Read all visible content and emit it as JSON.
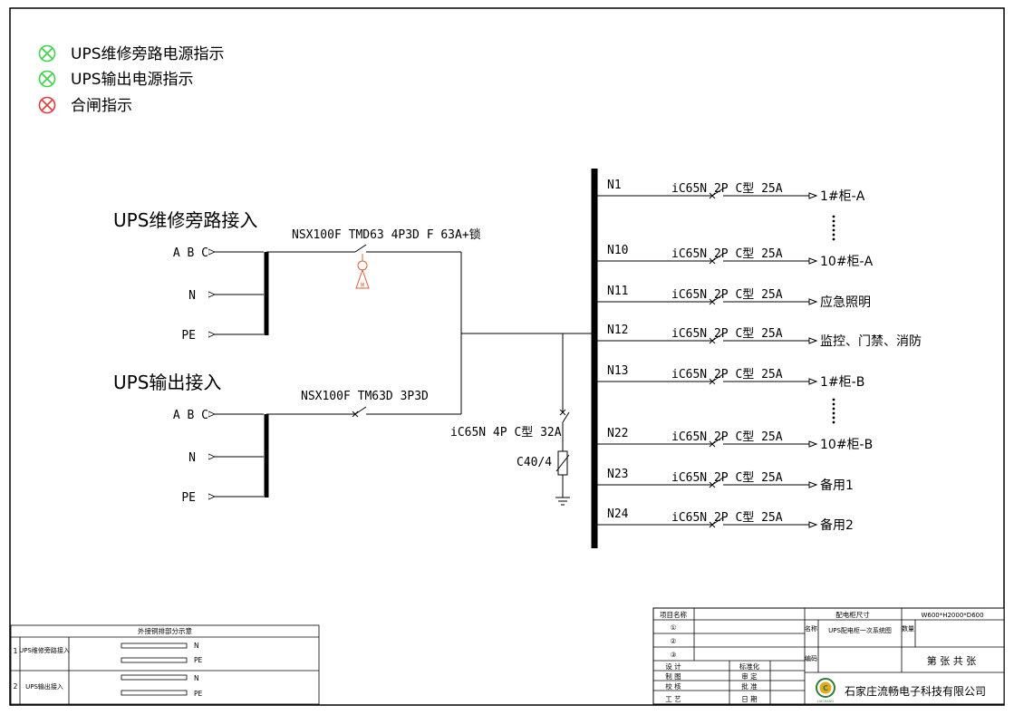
{
  "legend": [
    {
      "label": "UPS维修旁路电源指示",
      "color": "#3fd14a"
    },
    {
      "label": "UPS输出电源指示",
      "color": "#3fd14a"
    },
    {
      "label": "合闸指示",
      "color": "#e23b3b"
    }
  ],
  "inputs": {
    "bypass": {
      "title": "UPS维修旁路接入",
      "breaker": "NSX100F TMD63 4P3D F 63A+锁",
      "terminals": [
        "A B C",
        "N",
        "PE"
      ]
    },
    "output": {
      "title": "UPS输出接入",
      "breaker": "NSX100F TM63D 3P3D",
      "terminals": [
        "A B C",
        "N",
        "PE"
      ]
    }
  },
  "spd": {
    "breaker": "iC65N 4P C型 32A",
    "label": "C40/4"
  },
  "feeders": [
    {
      "id": "N1",
      "breaker": "iC65N 2P C型 25A",
      "load": "1#柜-A"
    },
    {
      "id": "N10",
      "breaker": "iC65N 2P C型 25A",
      "load": "10#柜-A"
    },
    {
      "id": "N11",
      "breaker": "iC65N 2P C型 25A",
      "load": "应急照明"
    },
    {
      "id": "N12",
      "breaker": "iC65N 2P C型 25A",
      "load": "监控、门禁、消防"
    },
    {
      "id": "N13",
      "breaker": "iC65N 2P C型 25A",
      "load": "1#柜-B"
    },
    {
      "id": "N22",
      "breaker": "iC65N 2P C型 25A",
      "load": "10#柜-B"
    },
    {
      "id": "N23",
      "breaker": "iC65N 2P C型 25A",
      "load": "备用1"
    },
    {
      "id": "N24",
      "breaker": "iC65N 2P C型 25A",
      "load": "备用2"
    }
  ],
  "busbar_table": {
    "title": "外接铜排部分示意",
    "rows": [
      {
        "no": "1",
        "name": "UPS维修旁路接入",
        "bars": [
          "N",
          "PE"
        ]
      },
      {
        "no": "2",
        "name": "UPS输出接入",
        "bars": [
          "N",
          "PE"
        ]
      }
    ]
  },
  "title_block": {
    "project_label": "项目名称",
    "rev": [
      "①",
      "②",
      "③"
    ],
    "size_label": "配电柜尺寸",
    "size_value": "W600*H2000*D600",
    "name_label": "名称",
    "name_value": "UPS配电柜一次系统图",
    "qty_label": "数量",
    "code_label": "编码",
    "sheet_text": "第 张 共 张",
    "roles_left": [
      "设 计",
      "制 图",
      "校 核",
      "工 艺"
    ],
    "roles_mid": [
      "标准化",
      "审 定",
      "批 准",
      "日 期"
    ],
    "company": "石家庄流畅电子科技有限公司",
    "logo_text": "LIUCHANG"
  }
}
